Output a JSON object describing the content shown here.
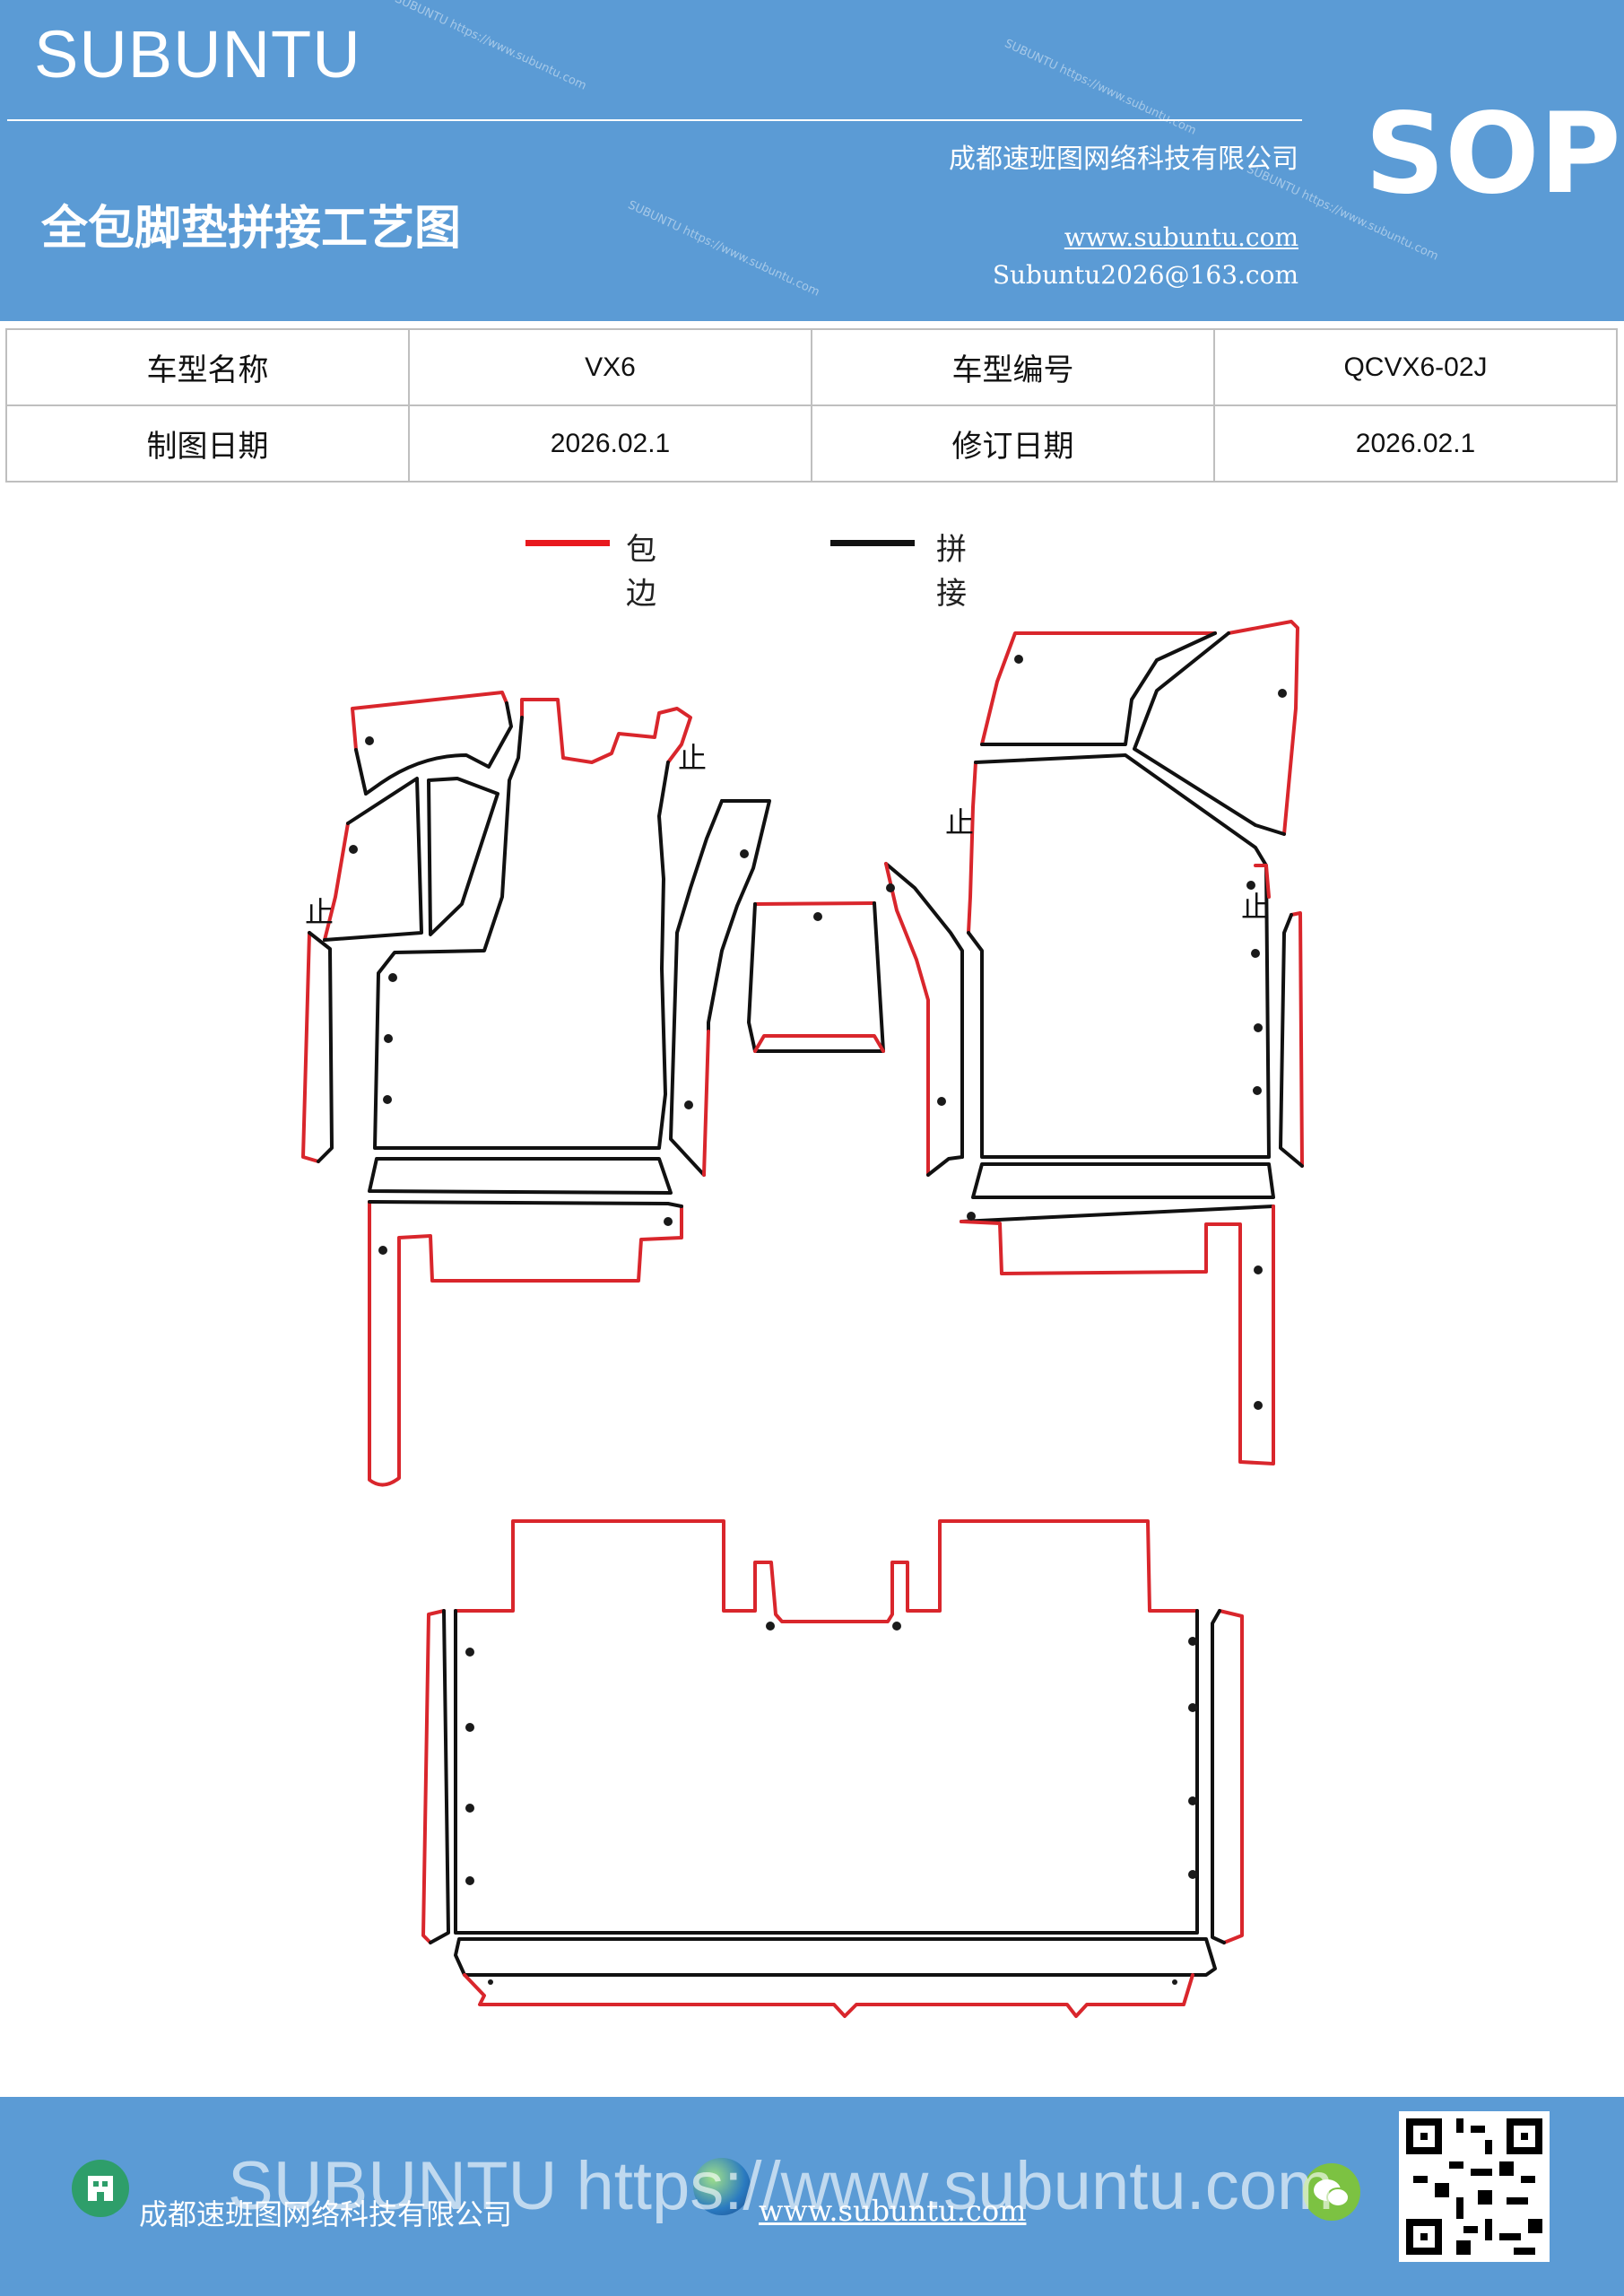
{
  "header": {
    "brand": "SUBUNTU",
    "title": "全包脚垫拼接工艺图",
    "company": "成都速班图网络科技有限公司",
    "website": "www.subuntu.com",
    "email": "Subuntu2026@163.com",
    "badge": "SOP",
    "watermark": "SUBUNTU https://www.subuntu.com"
  },
  "info_table": {
    "rows": [
      {
        "label1": "车型名称",
        "value1": "VX6",
        "label2": "车型编号",
        "value2": "QCVX6-02J"
      },
      {
        "label1": "制图日期",
        "value1": "2026.02.1",
        "label2": "修订日期",
        "value2": "2026.02.1"
      }
    ]
  },
  "legend": [
    {
      "label": "包边",
      "color": "#e8191e"
    },
    {
      "label": "拼接",
      "color": "#111111"
    }
  ],
  "drawing": {
    "stop_mark": "止",
    "colors": {
      "edge": "#d9262c",
      "seam": "#111111",
      "dot": "#1a1a1a"
    }
  },
  "footer": {
    "company": "成都速班图网络科技有限公司",
    "website": "www.subuntu.com",
    "overlay": "SUBUNTU https://www.subuntu.com",
    "icons": [
      "building-icon",
      "globe-icon",
      "wechat-icon"
    ]
  }
}
